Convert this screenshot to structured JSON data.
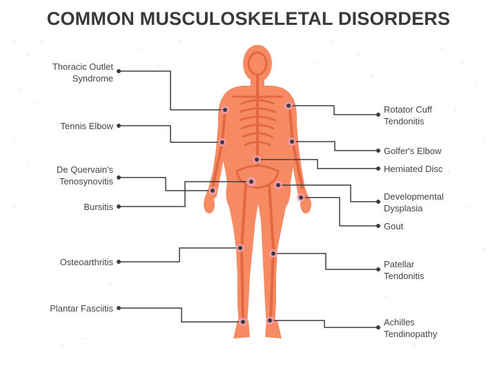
{
  "title": "COMMON MUSCULOSKELETAL DISORDERS",
  "colors": {
    "body": "#f58a63",
    "body_dark": "#e27049",
    "bone": "#ee7c55",
    "marker": "#e4497e",
    "line": "#3c3c3c",
    "text": "#444444"
  },
  "labels": {
    "thoracic_outlet": "Thoracic Outlet\nSyndrome",
    "tennis_elbow": "Tennis Elbow",
    "de_quervain": "De Quervain's\nTenosynovitis",
    "bursitis": "Bursitis",
    "osteoarthritis": "Osteoarthritis",
    "plantar_fasciitis": "Plantar Fasciitis",
    "rotator_cuff": "Rotator Cuff\nTendonitis",
    "golfers_elbow": "Golfer's Elbow",
    "herniated_disc": "Herniated Disc",
    "developmental_dysplasia": "Developmental\nDysplasia",
    "gout": "Gout",
    "patellar": "Patellar\nTendonitis",
    "achilles": "Achilles\nTendinopathy"
  }
}
